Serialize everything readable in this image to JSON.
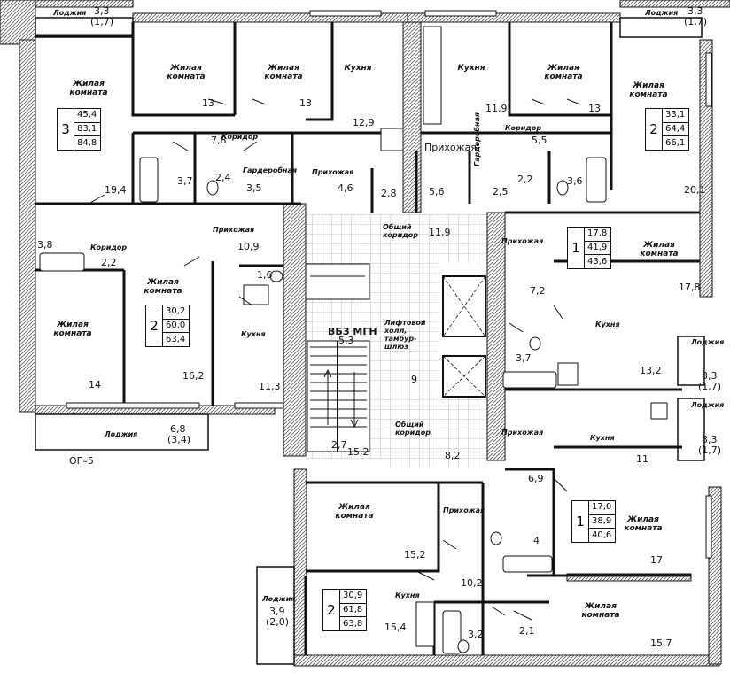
{
  "plan": {
    "stair_label": "ВБЗ МГН",
    "floor_label": "ОГ–5",
    "loggias": {
      "top_left": {
        "name": "Лоджия",
        "area": "3,3",
        "area_reduced": "(1,7)"
      },
      "top_right": {
        "name": "Лоджия",
        "area": "3,3",
        "area_reduced": "(1,7)"
      },
      "right_mid_1": {
        "name": "Лоджия",
        "area": "3,3",
        "area_reduced": "(1,7)"
      },
      "right_mid_2": {
        "name": "Лоджия",
        "area": "3,3",
        "area_reduced": "(1,7)"
      },
      "bottom_left": {
        "name": "Лоджия",
        "area": "6,8",
        "area_reduced": "(3,4)"
      },
      "bottom_center": {
        "name": "Лоджия",
        "area": "3,9",
        "area_reduced": "(2,0)"
      }
    },
    "apartments": [
      {
        "rooms": "3",
        "living": "45,4",
        "total": "83,1",
        "total_loggia": "84,8"
      },
      {
        "rooms": "2",
        "living": "33,1",
        "total": "64,4",
        "total_loggia": "66,1"
      },
      {
        "rooms": "2",
        "living": "30,2",
        "total": "60,0",
        "total_loggia": "63,4"
      },
      {
        "rooms": "1",
        "living": "17,8",
        "total": "41,9",
        "total_loggia": "43,6"
      },
      {
        "rooms": "1",
        "living": "17,0",
        "total": "38,9",
        "total_loggia": "40,6"
      },
      {
        "rooms": "2",
        "living": "30,9",
        "total": "61,8",
        "total_loggia": "63,8"
      }
    ],
    "rooms": {
      "r1": {
        "name": "Жилая комната",
        "area": "19,4"
      },
      "r2": {
        "name": "Жилая комната",
        "area": "13"
      },
      "r3": {
        "name": "Жилая комната",
        "area": "13"
      },
      "r4": {
        "name": "Кухня",
        "area": "12,9"
      },
      "r5": {
        "name": "Кухня",
        "area": "11,9"
      },
      "r6": {
        "name": "Жилая комната",
        "area": "13"
      },
      "r7": {
        "name": "Жилая комната",
        "area": "20,1"
      },
      "r8": {
        "name": "Коридор",
        "area": "7,8"
      },
      "r9": {
        "name": "Гардеробная",
        "area": "3,5"
      },
      "r10": {
        "name": "Прихожая",
        "area": "4,6"
      },
      "r11": {
        "name": "Прихожая",
        "area": "5,6"
      },
      "r12": {
        "name": "Коридор",
        "area": "5,5"
      },
      "r13": {
        "name": "Прихожая",
        "area": "10,9"
      },
      "r14": {
        "name": "Коридор",
        "area": "2,2"
      },
      "r15": {
        "name": "Жилая комната",
        "area": "14"
      },
      "r16": {
        "name": "Жилая комната",
        "area": "16,2"
      },
      "r17": {
        "name": "Кухня",
        "area": "11,3"
      },
      "r18": {
        "name": "Общий коридор",
        "area": "11,9"
      },
      "r19": {
        "name": "Прихожая",
        "area": "7,2"
      },
      "r20": {
        "name": "Жилая комната",
        "area": "17,8"
      },
      "r21": {
        "name": "Кухня",
        "area": "13,2"
      },
      "r22": {
        "name": "Лифтовой холл, тамбур-шлюз",
        "area": "5,3"
      },
      "r23": {
        "name": "Общий коридор",
        "area": "8,2"
      },
      "r24": {
        "name": "Прихожая",
        "area": "6,9"
      },
      "r25": {
        "name": "Кухня",
        "area": "11"
      },
      "r26": {
        "name": "Жилая комната",
        "area": "17"
      },
      "r27": {
        "name": "Жилая комната",
        "area": "15,2"
      },
      "r28": {
        "name": "Прихожая",
        "area": "10,2"
      },
      "r29": {
        "name": "Кухня",
        "area": "15,4"
      },
      "r30": {
        "name": "Жилая комната",
        "area": "15,7"
      },
      "r31": {
        "name": "Гардеробная",
        "area": "2,5"
      }
    },
    "small_areas": {
      "a1": "3,7",
      "a2": "2,4",
      "a3": "2,8",
      "a4": "2,2",
      "a5": "3,6",
      "a6": "3,8",
      "a7": "1,6",
      "a8": "9",
      "a9": "3,7",
      "a10": "2,7",
      "a11": "15,2",
      "a12": "4",
      "a13": "3,2",
      "a14": "2,1"
    },
    "hall_label": "Прихожая"
  }
}
